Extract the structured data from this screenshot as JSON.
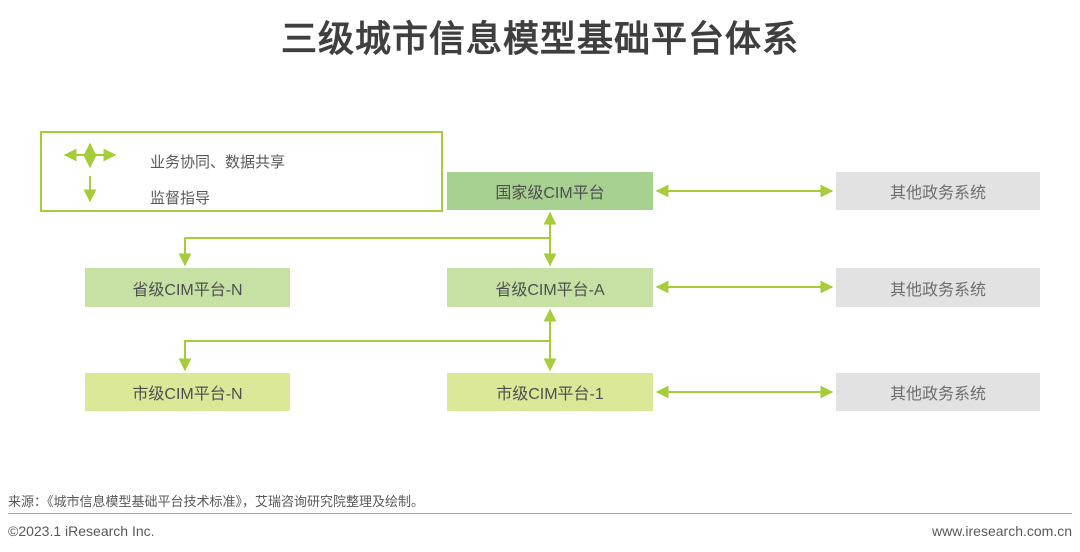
{
  "title": "三级城市信息模型基础平台体系",
  "legend": {
    "items": [
      {
        "symbol": "cross-double-arrow-icon",
        "label": "业务协同、数据共享"
      },
      {
        "symbol": "down-arrow-icon",
        "label": "监督指导"
      }
    ]
  },
  "nodes": {
    "national": {
      "label": "国家级CIM平台",
      "level": "national"
    },
    "provincial_n": {
      "label": "省级CIM平台-N",
      "level": "provincial"
    },
    "provincial_a": {
      "label": "省级CIM平台-A",
      "level": "provincial"
    },
    "city_n": {
      "label": "市级CIM平台-N",
      "level": "city"
    },
    "city_1": {
      "label": "市级CIM平台-1",
      "level": "city"
    },
    "other_gov_1": {
      "label": "其他政务系统",
      "level": "external"
    },
    "other_gov_2": {
      "label": "其他政务系统",
      "level": "external"
    },
    "other_gov_3": {
      "label": "其他政务系统",
      "level": "external"
    }
  },
  "colors": {
    "accent": "#a5cd39",
    "national-fill": "#a6d190",
    "provincial-fill": "#c6e1a3",
    "city-fill": "#dbe897",
    "gov-fill": "#e2e2e2",
    "node-text": "#4f4f4f",
    "gov-text": "#6e6e6e",
    "title-color": "#3f3f3f",
    "footer-text": "#595959"
  },
  "footer": {
    "source": "来源：《城市信息模型基础平台技术标准》，艾瑞咨询研究院整理及绘制。",
    "copyright": "©2023.1 iResearch Inc.",
    "website": "www.iresearch.com.cn"
  }
}
